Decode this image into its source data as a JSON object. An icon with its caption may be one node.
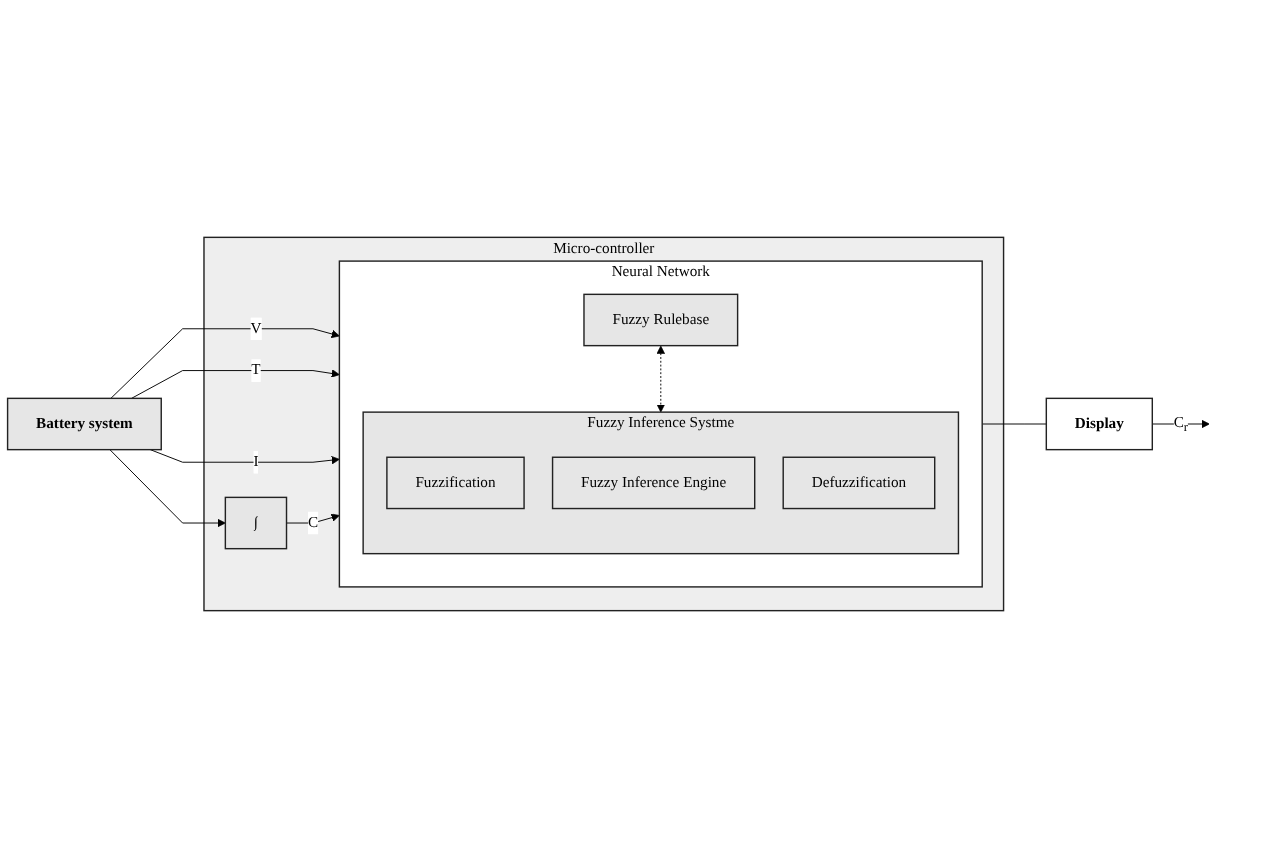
{
  "diagram": {
    "nodes": [
      {
        "text": [
          "Battery system"
        ]
      },
      {
        "text": [
          "Micro-controller"
        ]
      },
      {
        "text": [
          "Neural Network"
        ],
        "in": 1
      },
      {
        "text": [
          "Fuzzy Rulebase"
        ],
        "in": 2
      },
      {
        "text": [
          "Fuzzy Inference Systme"
        ],
        "in": 2
      },
      {
        "text": [
          "Fuzzification"
        ],
        "in": 4
      },
      {
        "text": [
          "Fuzzy Inference Engine"
        ],
        "in": 4
      },
      {
        "text": [
          "Defuzzification"
        ],
        "in": 4
      },
      {
        "text": [
          "∫"
        ],
        "in": 1
      },
      {
        "text": [
          "Display"
        ]
      }
    ],
    "edges": [
      {
        "from": 0,
        "to": 2,
        "arrow": "to",
        "label": "V"
      },
      {
        "from": 0,
        "to": 2,
        "arrow": "to",
        "label": "T"
      },
      {
        "from": 0,
        "to": 2,
        "arrow": "to",
        "label": "I"
      },
      {
        "from": 0,
        "to": 8,
        "arrow": "to"
      },
      {
        "from": 8,
        "to": 2,
        "arrow": "to",
        "label": "C"
      },
      {
        "from": 3,
        "to": 4,
        "arrow": "both",
        "style": "dashed"
      },
      {
        "from": 2,
        "to": 9,
        "arrow": "none"
      },
      {
        "from": 9,
        "to": null,
        "arrow": "to",
        "label": "C$_{r}$"
      }
    ]
  }
}
